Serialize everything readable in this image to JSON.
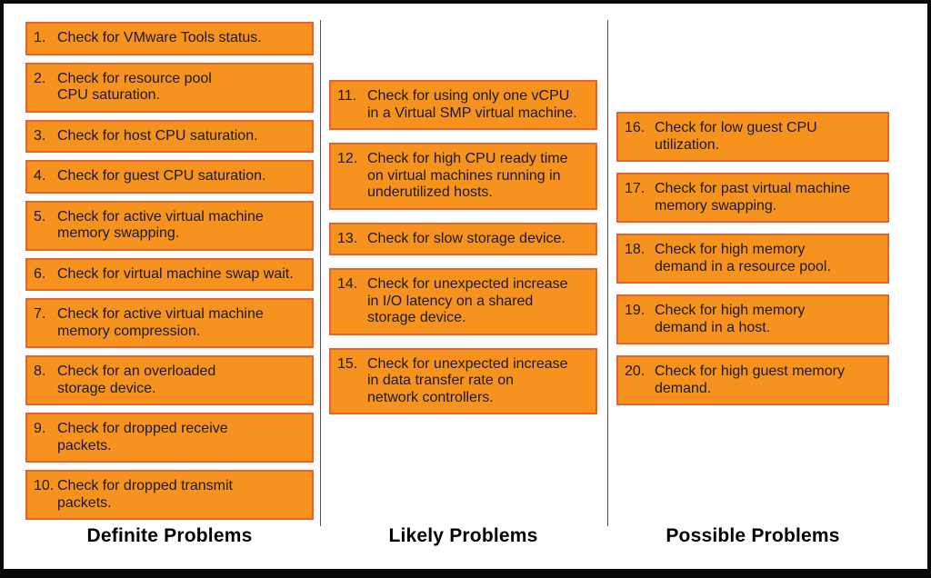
{
  "colors": {
    "box_fill": "#F6921E",
    "box_border": "#E8632C",
    "text": "#1A1A1A",
    "frame": "#0A0A0A",
    "divider": "#555555",
    "bg": "#FFFFFF"
  },
  "columns": [
    {
      "label": "Definite Problems",
      "items": [
        {
          "num": "1.",
          "text": "Check for VMware Tools status."
        },
        {
          "num": "2.",
          "text": "Check for resource pool\nCPU saturation."
        },
        {
          "num": "3.",
          "text": "Check for host CPU saturation."
        },
        {
          "num": "4.",
          "text": "Check for guest CPU saturation."
        },
        {
          "num": "5.",
          "text": "Check for active virtual machine\nmemory swapping."
        },
        {
          "num": "6.",
          "text": "Check for virtual machine swap wait."
        },
        {
          "num": "7.",
          "text": "Check for active virtual machine\nmemory compression."
        },
        {
          "num": "8.",
          "text": "Check for an overloaded\nstorage device."
        },
        {
          "num": "9.",
          "text": "Check for dropped receive\npackets."
        },
        {
          "num": "10.",
          "text": "Check for dropped transmit\npackets."
        }
      ]
    },
    {
      "label": "Likely Problems",
      "items": [
        {
          "num": "11.",
          "text": "Check for using only one vCPU\nin a Virtual SMP virtual machine."
        },
        {
          "num": "12.",
          "text": "Check for high CPU ready time\non virtual machines running in\nunderutilized hosts."
        },
        {
          "num": "13.",
          "text": "Check for slow storage device."
        },
        {
          "num": "14.",
          "text": "Check for unexpected increase\nin I/O latency on a shared\nstorage device."
        },
        {
          "num": "15.",
          "text": "Check for unexpected increase\nin data transfer rate on\nnetwork controllers."
        }
      ]
    },
    {
      "label": "Possible Problems",
      "items": [
        {
          "num": "16.",
          "text": "Check for low guest CPU\nutilization."
        },
        {
          "num": "17.",
          "text": "Check for past virtual machine\nmemory swapping."
        },
        {
          "num": "18.",
          "text": "Check for high memory\ndemand in a resource pool."
        },
        {
          "num": "19.",
          "text": "Check for high memory\ndemand in a host."
        },
        {
          "num": "20.",
          "text": "Check for high guest memory\ndemand."
        }
      ]
    }
  ]
}
